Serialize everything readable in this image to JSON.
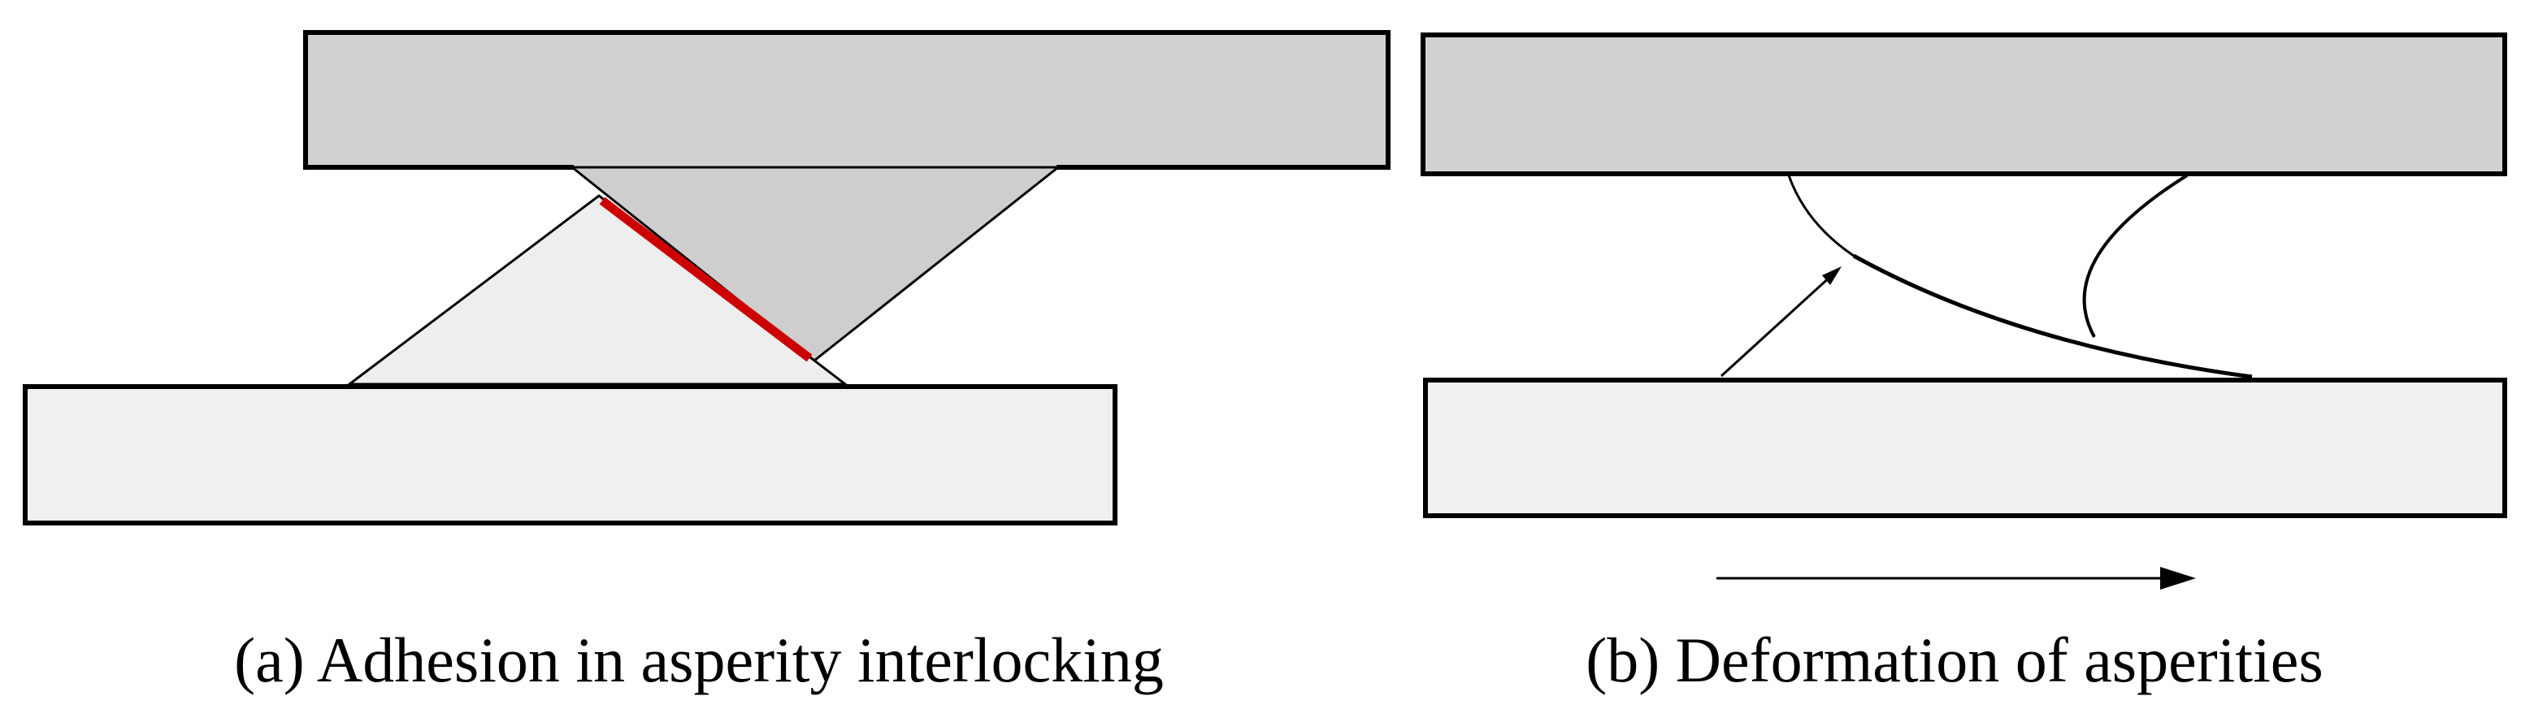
{
  "figure": {
    "panels": [
      {
        "id": "a",
        "caption": "(a) Adhesion in asperity interlocking"
      },
      {
        "id": "b",
        "caption": "(b) Deformation of asperities"
      }
    ]
  },
  "icons": {
    "sliding_direction": "right-arrow-icon",
    "deformation_direction": "up-right-arrow-icon"
  },
  "colors": {
    "background": "#ffffff",
    "upper_body_fill": "#d2d0d1",
    "upper_asperity_fill": "#cfcdce",
    "lower_body_fill": "#f1f0f0",
    "lower_asperity_fill": "#efeeee",
    "contact_line": "#cc0000",
    "outline": "#000000"
  }
}
